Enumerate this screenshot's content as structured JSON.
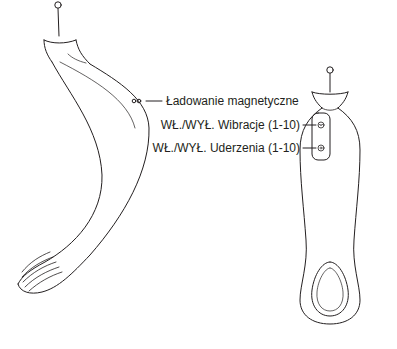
{
  "diagram": {
    "labels": [
      "Ładowanie magnetyczne",
      "WŁ./WYŁ. Wibracje (1-10)",
      "WŁ./WYŁ. Uderzenia (1-10)"
    ]
  }
}
